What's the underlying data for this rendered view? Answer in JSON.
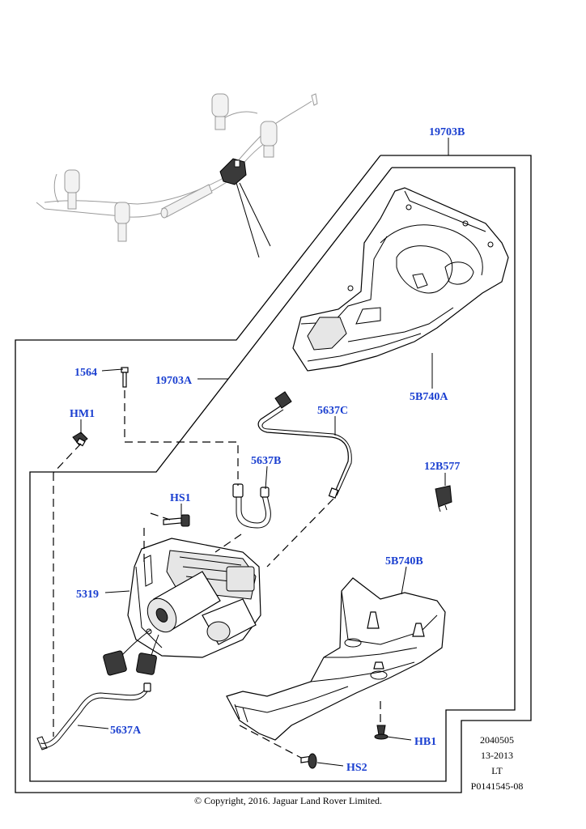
{
  "labels": {
    "l_19703B": "19703B",
    "l_1564": "1564",
    "l_19703A": "19703A",
    "l_HM1": "HM1",
    "l_5B740A": "5B740A",
    "l_5637C": "5637C",
    "l_5637B": "5637B",
    "l_12B577": "12B577",
    "l_HS1": "HS1",
    "l_5B740B": "5B740B",
    "l_5319": "5319",
    "l_5637A": "5637A",
    "l_HB1": "HB1",
    "l_HS2": "HS2"
  },
  "meta": {
    "line1": "2040505",
    "line2": "13-2013",
    "line3": "LT",
    "line4": "P0141545-08"
  },
  "footer": {
    "copyright": "© Copyright, 2016. Jaguar Land Rover Limited."
  },
  "colors": {
    "label_blue": "#1a3fd0",
    "line": "#000000",
    "ghost": "#9a9a9a"
  }
}
